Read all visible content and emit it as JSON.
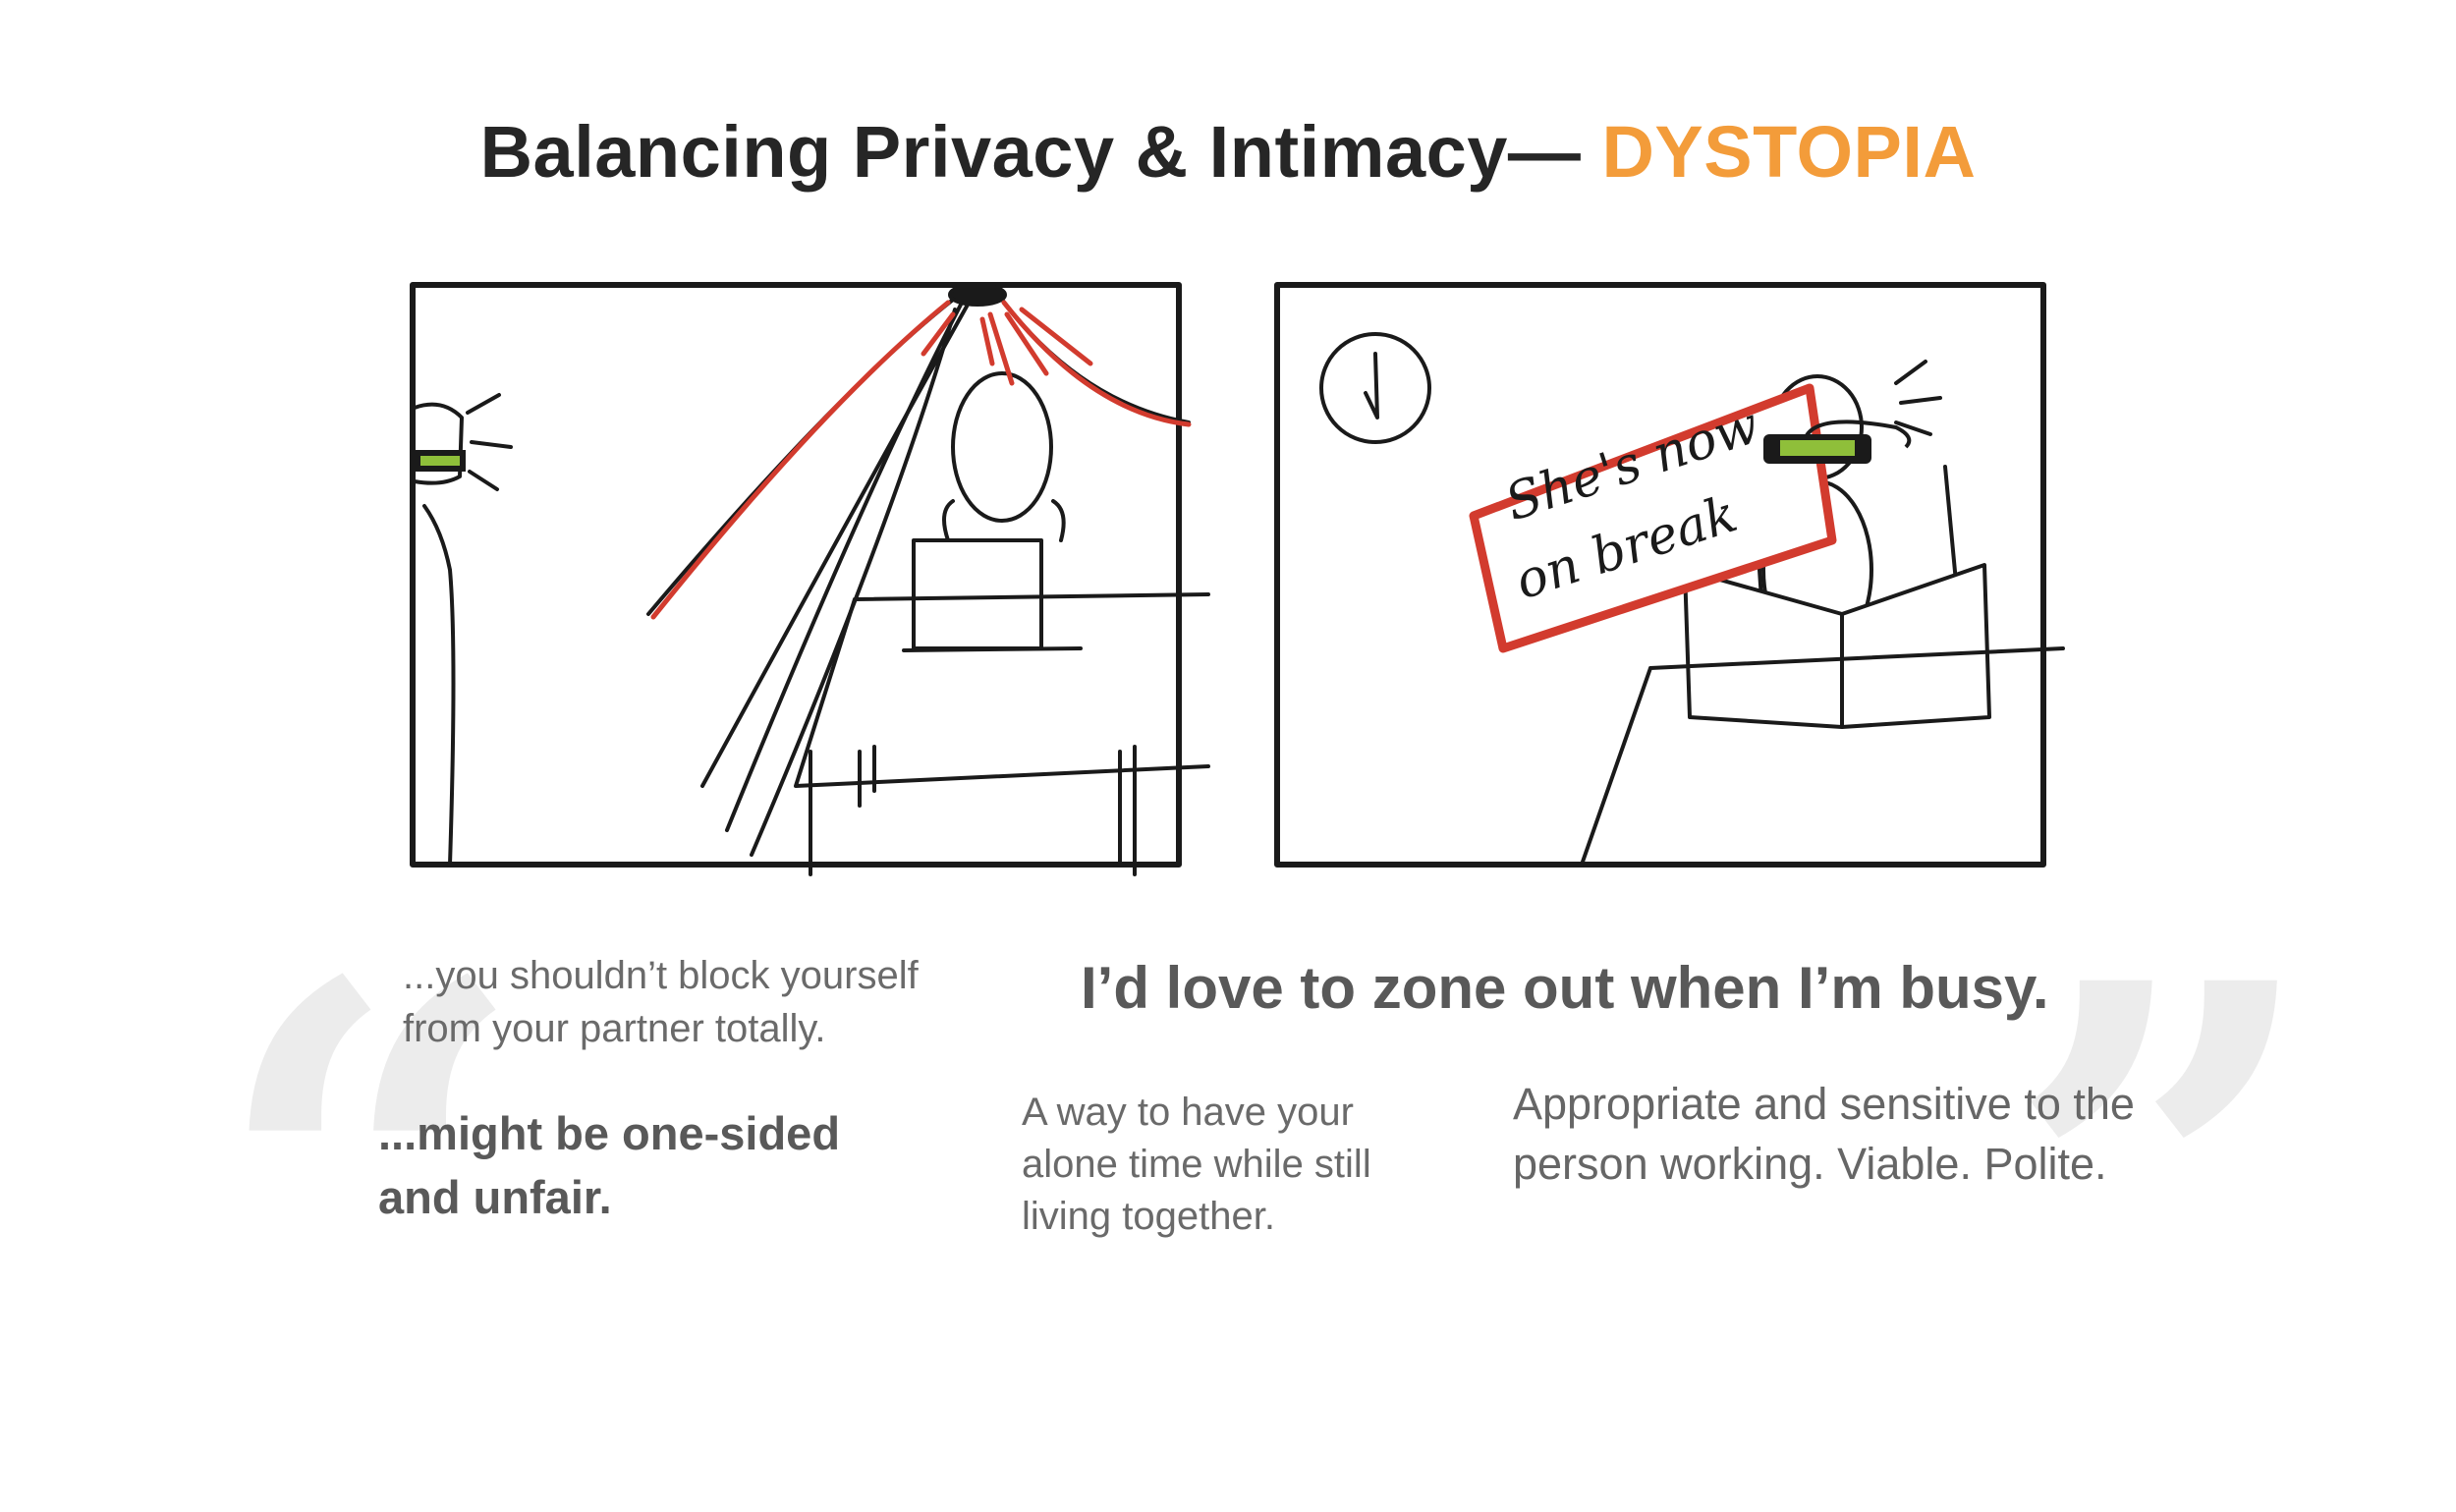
{
  "slide": {
    "title_main": "Balancing Privacy & Intimacy— ",
    "title_accent": "DYSTOPIA",
    "sketch_sign_line1": "She's now",
    "sketch_sign_line2": "on break",
    "quote_left_light": "...you shouldn’t block yourself from your partner totally.",
    "quote_left_bold": "...might be one-sided and unfair.",
    "quote_center_bold": "I’d love to zone out when I’m busy.",
    "quote_center_light": "A way to have your alone time while still living together.",
    "quote_right": "Appropriate and sensitive to the person working. Viable. Polite.",
    "open_quote_mark": "“",
    "close_quote_mark": "”"
  },
  "colors": {
    "title": "#262626",
    "accent": "#f39c3a",
    "sketch_red": "#d23b2e",
    "sketch_green": "#8fbf3a",
    "quote_mark": "#ececec"
  }
}
